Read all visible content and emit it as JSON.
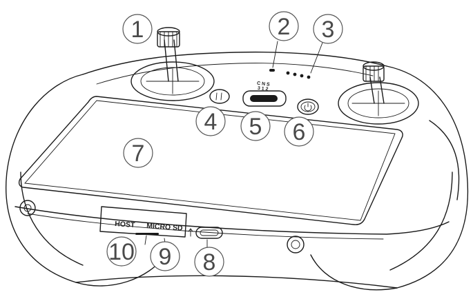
{
  "callouts": [
    {
      "id": "1",
      "label": "1"
    },
    {
      "id": "2",
      "label": "2"
    },
    {
      "id": "3",
      "label": "3"
    },
    {
      "id": "4",
      "label": "4"
    },
    {
      "id": "5",
      "label": "5"
    },
    {
      "id": "6",
      "label": "6"
    },
    {
      "id": "7",
      "label": "7"
    },
    {
      "id": "8",
      "label": "8"
    },
    {
      "id": "9",
      "label": "9"
    },
    {
      "id": "10",
      "label": "10"
    }
  ],
  "ports": {
    "host_label": "HOST",
    "microsd_label": "MICRO SD"
  },
  "switch_labels": {
    "top": "C N S",
    "bottom": "3 1 2"
  },
  "colors": {
    "line": "#1a1a1a",
    "callout_text": "#4a4a4a",
    "background": "#ffffff"
  },
  "icons": [
    "usb-icon",
    "power-icon",
    "pause-icon"
  ]
}
